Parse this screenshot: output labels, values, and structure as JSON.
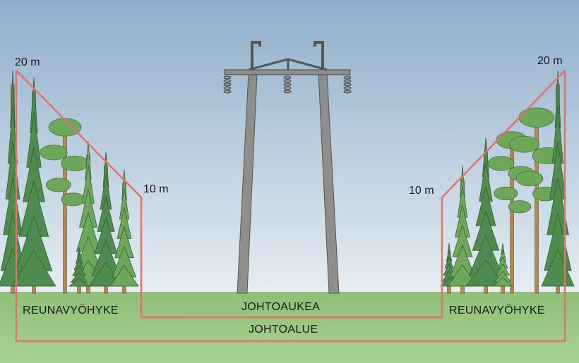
{
  "labels": {
    "height_left_top": "20 m",
    "height_right_top": "20 m",
    "height_left_mid": "10 m",
    "height_right_mid": "10 m",
    "edge_zone_left": "REUNAVYÖHYKE",
    "edge_zone_right": "REUNAVYÖHYKE",
    "line_clearing": "JOHTOAUKEA",
    "line_area": "JOHTOALUE"
  },
  "colors": {
    "sky_top": "#8faecb",
    "sky_bottom": "#e6eef3",
    "ground": "#8fbf78",
    "ground_light": "#a9d190",
    "outline": "#e07468",
    "pylon": "#8a8a86",
    "tree_dark": "#4f8a4e",
    "tree_light": "#6da85a",
    "trunk": "#b08a52"
  }
}
